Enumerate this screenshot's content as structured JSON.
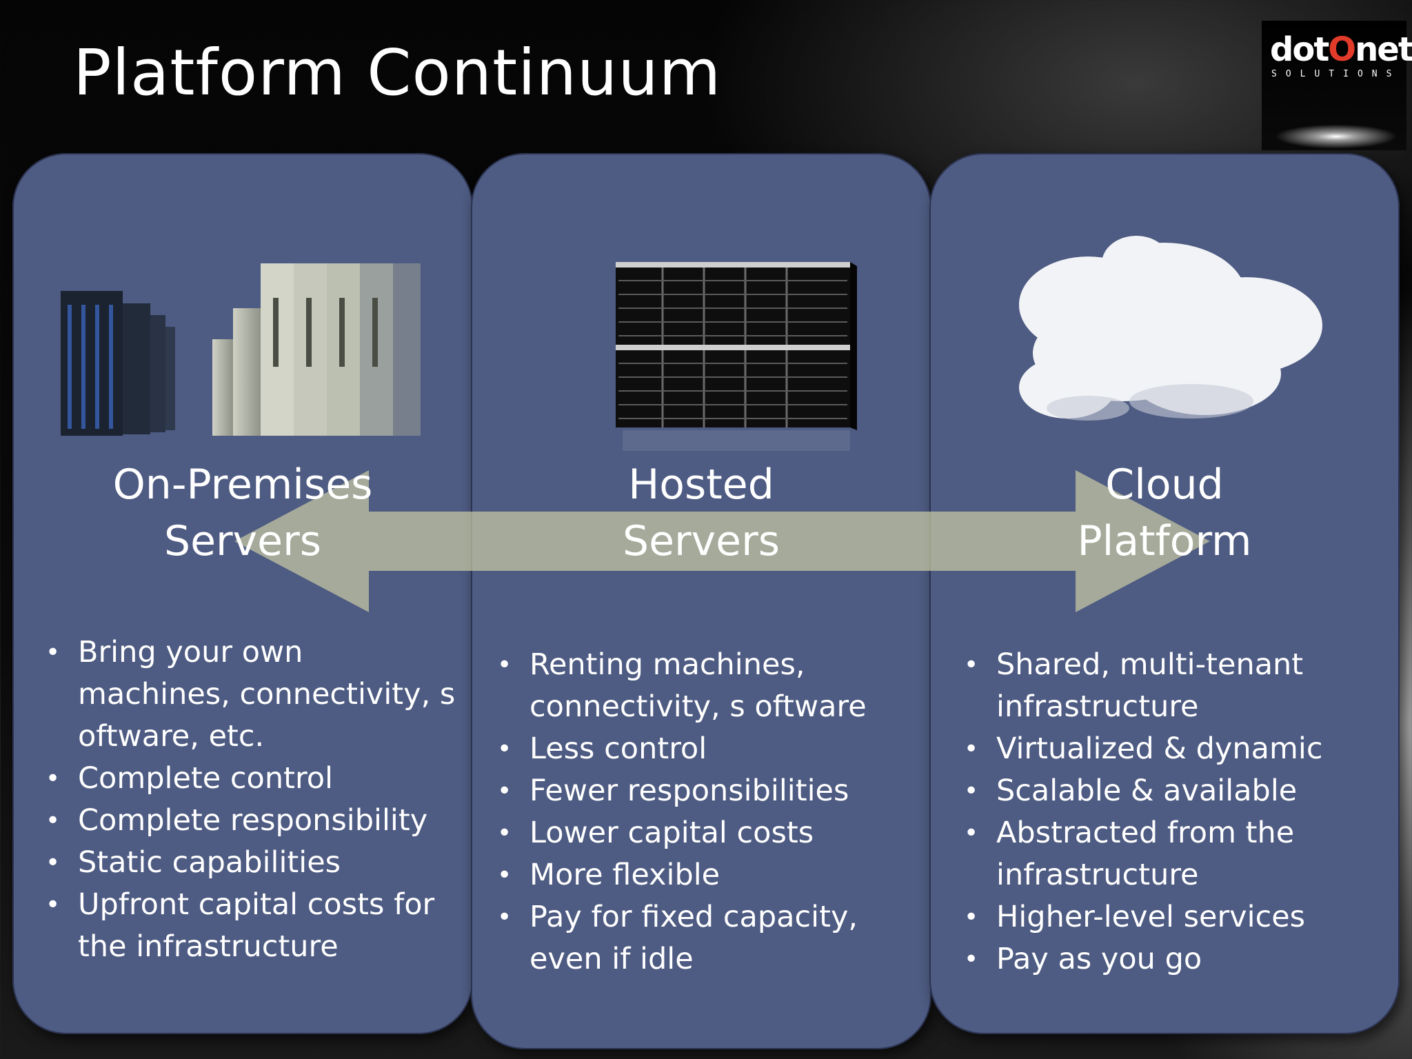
{
  "slide": {
    "title": "Platform Continuum",
    "logo": {
      "word": "dot",
      "word_o": "O",
      "word_end": "net",
      "sub": "SOLUTIONS"
    }
  },
  "columns": [
    {
      "title_line1": "On-Premises",
      "title_line2": "Servers",
      "illustration": "server-racks-row",
      "bullets": [
        "Bring your own machines, connectivity, s oftware, etc.",
        "Complete control",
        "Complete responsibility",
        "Static capabilities",
        "Upfront capital costs for the infrastructure"
      ]
    },
    {
      "title_line1": "Hosted",
      "title_line2": "Servers",
      "illustration": "rack-server-cabinet",
      "bullets": [
        "Renting machines, connectivity, s oftware",
        "Less control",
        "Fewer responsibilities",
        "Lower capital costs",
        "More flexible",
        "Pay for fixed capacity, even if idle"
      ]
    },
    {
      "title_line1": "Cloud",
      "title_line2": "Platform",
      "illustration": "cloud",
      "bullets": [
        "Shared, multi-tenant infrastructure",
        "Virtualized & dynamic",
        "Scalable & available",
        "Abstracted from the infrastructure",
        "Higher-level services",
        "Pay as you go"
      ]
    }
  ],
  "colors": {
    "panel": "#4e5b82",
    "arrow": "#c8c9a4",
    "text": "#ffffff",
    "logo_accent": "#e23b2a"
  }
}
